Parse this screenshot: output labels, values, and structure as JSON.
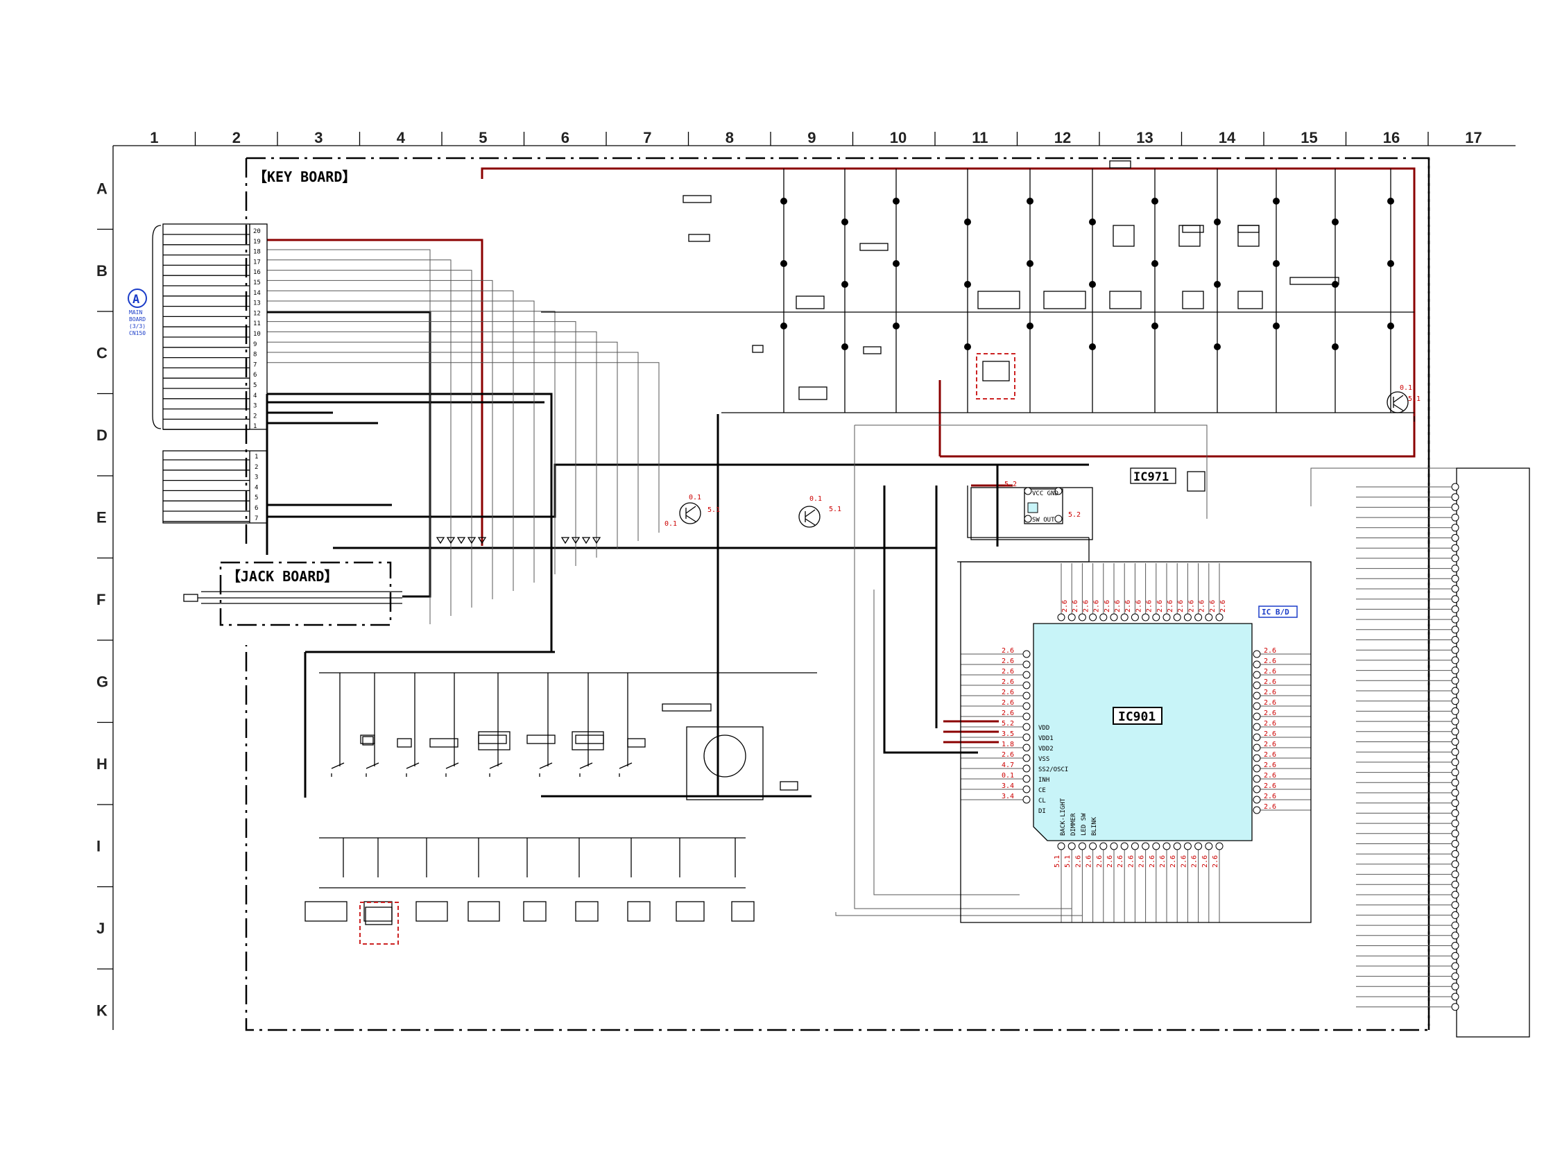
{
  "grid": {
    "columns": [
      "1",
      "2",
      "3",
      "4",
      "5",
      "6",
      "7",
      "8",
      "9",
      "10",
      "11",
      "12",
      "13",
      "14",
      "15",
      "16",
      "17"
    ],
    "rows": [
      "A",
      "B",
      "C",
      "D",
      "E",
      "F",
      "G",
      "H",
      "I",
      "J",
      "K"
    ]
  },
  "boards": {
    "key_board": "【KEY BOARD】",
    "jack_board": "【JACK BOARD】"
  },
  "connector": {
    "ref_letter": "A",
    "ref_lines": [
      "MAIN",
      "BOARD",
      "(3/3)",
      "CN150"
    ],
    "pins_upper": [
      "20",
      "19",
      "18",
      "17",
      "16",
      "15",
      "14",
      "13",
      "12",
      "11",
      "10",
      "9",
      "8",
      "7",
      "6",
      "5",
      "4",
      "3",
      "2",
      "1"
    ],
    "pins_lower": [
      "1",
      "2",
      "3",
      "4",
      "5",
      "6",
      "7"
    ]
  },
  "ics": {
    "main": "IC901",
    "main_tag": "IC B/D",
    "sub": "IC971",
    "sub_pins": [
      "VCC",
      "GND",
      "SW",
      "OUT"
    ],
    "left_pin_labels": [
      "VDD",
      "VDD1",
      "VDD2",
      "VSS",
      "SS2/OSCI",
      "INH",
      "CE",
      "CL",
      "DI"
    ],
    "bottom_pin_labels": [
      "BACK-LIGHT",
      "DIMMER",
      "LED SW",
      "BLINK"
    ]
  },
  "voltages": {
    "ic_top": "2.6",
    "ic_left": [
      "2.6",
      "2.6",
      "2.6",
      "2.6",
      "2.6",
      "2.6",
      "2.6",
      "5.2",
      "3.5",
      "1.8",
      "2.6",
      "4.7",
      "0.1",
      "3.4",
      "3.4"
    ],
    "ic_right": "2.6",
    "ic_bottom_a": "5.1",
    "ic_bottom_b": "2.6",
    "q_left_b": "0.1",
    "q_left_e": "5.1",
    "q_left_c": "0.1",
    "q_mid_b": "0.1",
    "q_mid_e": "5.1",
    "q_right_b": "0.1",
    "q_right_e": "5.1",
    "ic971_vcc": "5.2",
    "ic971_out": "5.2"
  },
  "colors": {
    "trace": "#000000",
    "power_trace": "#8b0000",
    "voltage_text": "#cc0000",
    "ic_fill": "#c8f4f8",
    "ref_blue": "#1a3cc8"
  }
}
